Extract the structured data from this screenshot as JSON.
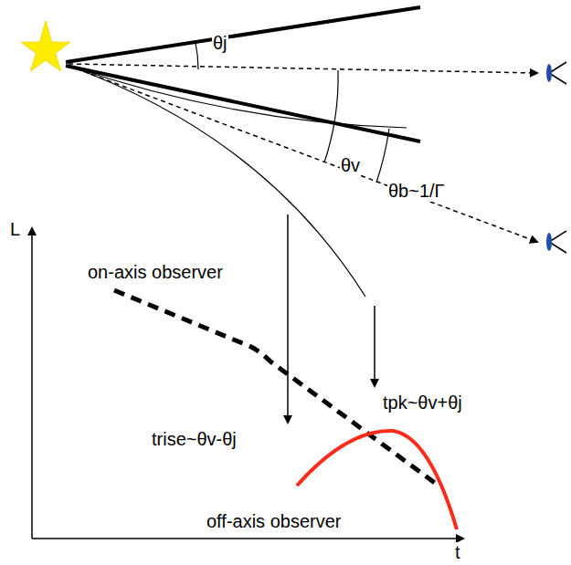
{
  "diagram": {
    "labels": [
      "θj",
      "θv",
      "θb~1/Γ",
      "L",
      "on-axis observer",
      "trise~θv-θj",
      "tpk~θv+θj",
      "off-axis observer",
      "t"
    ]
  }
}
